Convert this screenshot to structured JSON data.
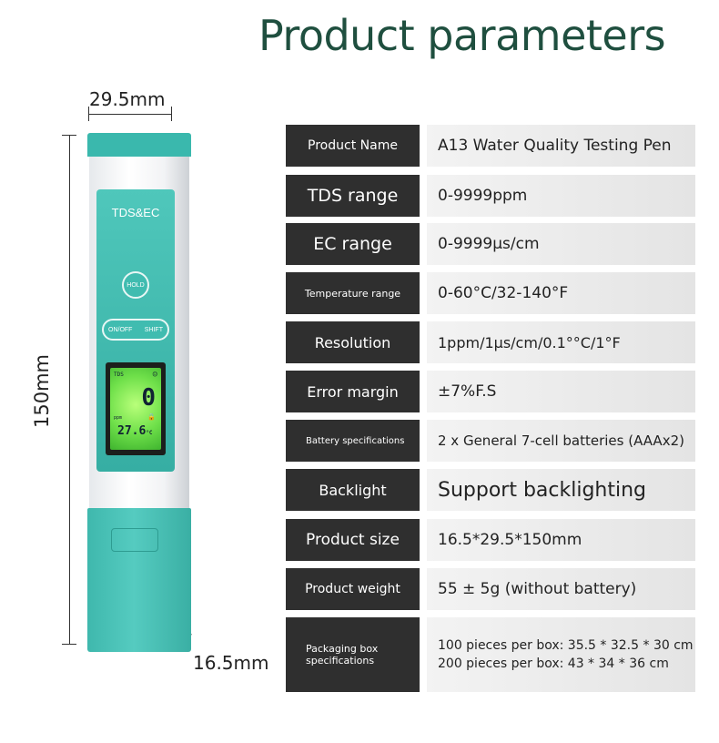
{
  "title": "Product parameters",
  "dimensions": {
    "width": "29.5mm",
    "height": "150mm",
    "depth": "16.5mm"
  },
  "device": {
    "label": "TDS&EC",
    "hold_button": "HOLD",
    "onoff_button": "ON/OFF",
    "shift_button": "SHIFT",
    "lcd": {
      "mode": "TDS",
      "reading": "0",
      "unit": "ppm",
      "temperature": "27.6",
      "temp_unit": "°C"
    }
  },
  "colors": {
    "accent": "#3ab8ad",
    "title": "#1f4f3f",
    "label_bg": "#2f2f2f",
    "lcd_backlight": "#6fe04a"
  },
  "parameters": [
    {
      "label": "Product Name",
      "value": "A13 Water Quality Testing Pen"
    },
    {
      "label": "TDS range",
      "value": "0-9999ppm"
    },
    {
      "label": "EC range",
      "value": "0-9999μs/cm"
    },
    {
      "label": "Temperature range",
      "value": "0-60°C/32-140°F"
    },
    {
      "label": "Resolution",
      "value": "1ppm/1μs/cm/0.1°°C/1°F"
    },
    {
      "label": "Error margin",
      "value": "±7%F.S"
    },
    {
      "label": "Battery specifications",
      "value": "2 x General 7-cell batteries (AAAx2)"
    },
    {
      "label": "Backlight",
      "value": "Support backlighting"
    },
    {
      "label": "Product size",
      "value": "16.5*29.5*150mm"
    },
    {
      "label": "Product weight",
      "value": "55 ± 5g (without battery)"
    },
    {
      "label": "Packaging box specifications",
      "value": "100 pieces per box: 35.5 * 32.5 * 30 cm",
      "value2": "200 pieces per box: 43 * 34 * 36 cm"
    }
  ]
}
